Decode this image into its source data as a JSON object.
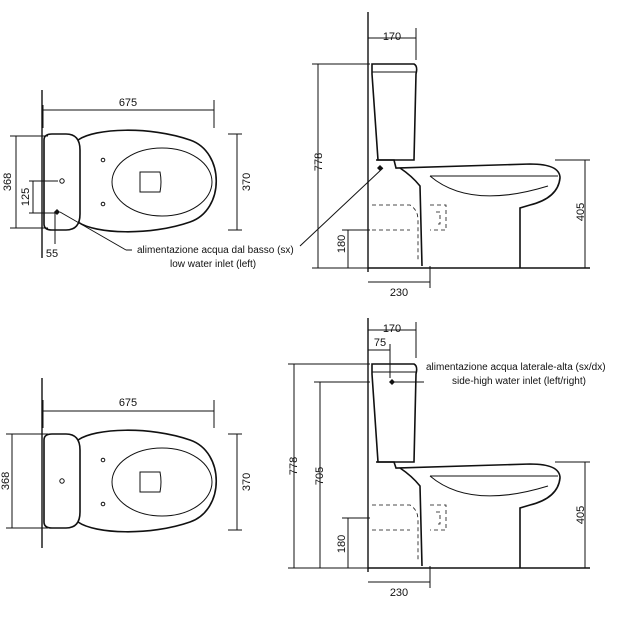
{
  "top": {
    "plan": {
      "width": "675",
      "height_left": "368",
      "offset_vertical": "125",
      "offset_horizontal": "55",
      "height_right": "370"
    },
    "side": {
      "tank_depth": "170",
      "total_height": "778",
      "inlet_height": "180",
      "outlet_depth": "230",
      "bowl_height": "405"
    },
    "callout_it": "alimentazione acqua dal basso (sx)",
    "callout_en": "low water inlet (left)"
  },
  "bottom": {
    "plan": {
      "width": "675",
      "height_left": "368",
      "height_right": "370"
    },
    "side": {
      "tank_depth": "170",
      "inlet_offset": "75",
      "total_height": "778",
      "inlet_height_side": "705",
      "inlet_height": "180",
      "outlet_depth": "230",
      "bowl_height": "405"
    },
    "callout_it": "alimentazione acqua laterale-alta (sx/dx)",
    "callout_en": "side-high water inlet (left/right)"
  }
}
